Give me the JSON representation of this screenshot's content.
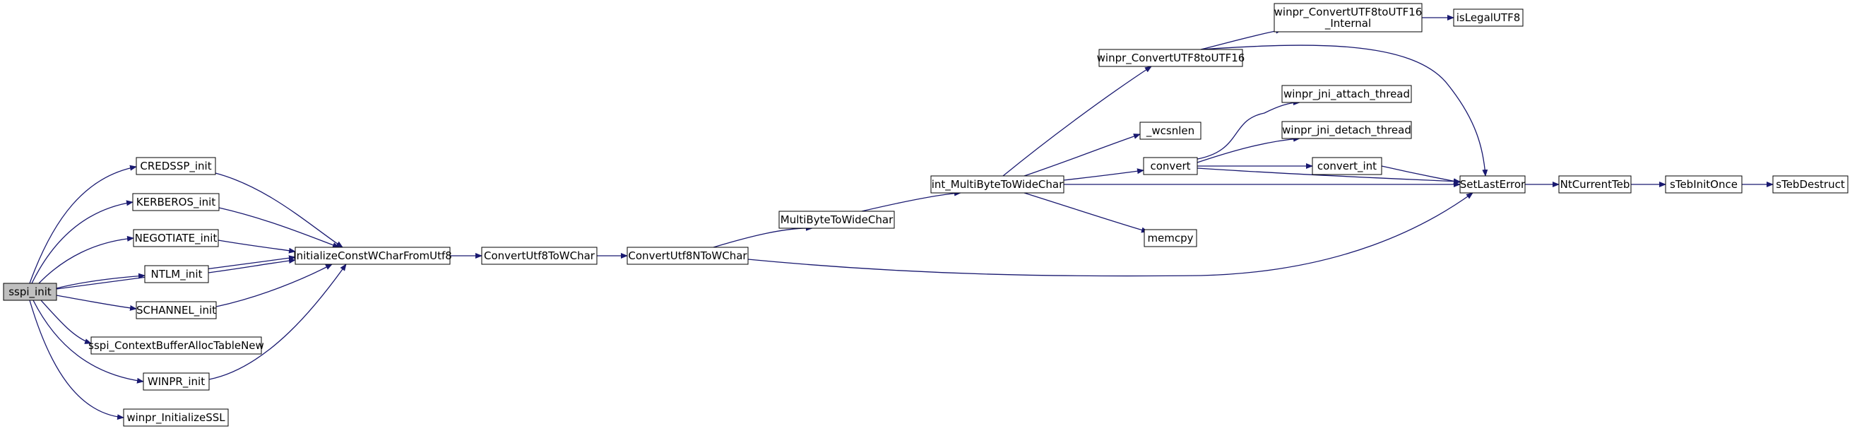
{
  "diagram": {
    "type": "call-graph",
    "colors": {
      "edge": "#191970",
      "node_border": "#000000",
      "node_fill": "#ffffff",
      "root_fill": "#bfbfbf",
      "text": "#000000",
      "background": "#ffffff"
    },
    "root": "sspi_init",
    "nodes": [
      {
        "id": "sspi_init",
        "label": "sspi_init"
      },
      {
        "id": "CREDSSP_init",
        "label": "CREDSSP_init"
      },
      {
        "id": "KERBEROS_init",
        "label": "KERBEROS_init"
      },
      {
        "id": "NEGOTIATE_init",
        "label": "NEGOTIATE_init"
      },
      {
        "id": "NTLM_init",
        "label": "NTLM_init"
      },
      {
        "id": "SCHANNEL_init",
        "label": "SCHANNEL_init"
      },
      {
        "id": "sspi_ContextBufferAllocTableNew",
        "label": "sspi_ContextBufferAllocTableNew"
      },
      {
        "id": "WINPR_init",
        "label": "WINPR_init"
      },
      {
        "id": "winpr_InitializeSSL",
        "label": "winpr_InitializeSSL"
      },
      {
        "id": "InitializeConstWCharFromUtf8",
        "label": "InitializeConstWCharFromUtf8"
      },
      {
        "id": "ConvertUtf8ToWChar",
        "label": "ConvertUtf8ToWChar"
      },
      {
        "id": "ConvertUtf8NToWChar",
        "label": "ConvertUtf8NToWChar"
      },
      {
        "id": "MultiByteToWideChar",
        "label": "MultiByteToWideChar"
      },
      {
        "id": "int_MultiByteToWideChar",
        "label": "int_MultiByteToWideChar"
      },
      {
        "id": "winpr_ConvertUTF8toUTF16",
        "label": "winpr_ConvertUTF8toUTF16"
      },
      {
        "id": "winpr_ConvertUTF8toUTF16_Internal",
        "label": "winpr_ConvertUTF8toUTF16\n_Internal"
      },
      {
        "id": "isLegalUTF8",
        "label": "isLegalUTF8"
      },
      {
        "id": "_wcsnlen",
        "label": "_wcsnlen"
      },
      {
        "id": "convert",
        "label": "convert"
      },
      {
        "id": "winpr_jni_attach_thread",
        "label": "winpr_jni_attach_thread"
      },
      {
        "id": "winpr_jni_detach_thread",
        "label": "winpr_jni_detach_thread"
      },
      {
        "id": "convert_int",
        "label": "convert_int"
      },
      {
        "id": "memcpy",
        "label": "memcpy"
      },
      {
        "id": "SetLastError",
        "label": "SetLastError"
      },
      {
        "id": "NtCurrentTeb",
        "label": "NtCurrentTeb"
      },
      {
        "id": "sTebInitOnce",
        "label": "sTebInitOnce"
      },
      {
        "id": "sTebDestruct",
        "label": "sTebDestruct"
      }
    ],
    "edges": [
      {
        "from": "sspi_init",
        "to": "CREDSSP_init"
      },
      {
        "from": "sspi_init",
        "to": "KERBEROS_init"
      },
      {
        "from": "sspi_init",
        "to": "NEGOTIATE_init"
      },
      {
        "from": "sspi_init",
        "to": "NTLM_init"
      },
      {
        "from": "sspi_init",
        "to": "SCHANNEL_init"
      },
      {
        "from": "sspi_init",
        "to": "sspi_ContextBufferAllocTableNew"
      },
      {
        "from": "sspi_init",
        "to": "WINPR_init"
      },
      {
        "from": "sspi_init",
        "to": "winpr_InitializeSSL"
      },
      {
        "from": "sspi_init",
        "to": "InitializeConstWCharFromUtf8"
      },
      {
        "from": "CREDSSP_init",
        "to": "InitializeConstWCharFromUtf8"
      },
      {
        "from": "KERBEROS_init",
        "to": "InitializeConstWCharFromUtf8"
      },
      {
        "from": "NEGOTIATE_init",
        "to": "InitializeConstWCharFromUtf8"
      },
      {
        "from": "NTLM_init",
        "to": "InitializeConstWCharFromUtf8"
      },
      {
        "from": "SCHANNEL_init",
        "to": "InitializeConstWCharFromUtf8"
      },
      {
        "from": "WINPR_init",
        "to": "InitializeConstWCharFromUtf8"
      },
      {
        "from": "InitializeConstWCharFromUtf8",
        "to": "ConvertUtf8ToWChar"
      },
      {
        "from": "ConvertUtf8ToWChar",
        "to": "ConvertUtf8NToWChar"
      },
      {
        "from": "ConvertUtf8NToWChar",
        "to": "MultiByteToWideChar"
      },
      {
        "from": "ConvertUtf8NToWChar",
        "to": "SetLastError"
      },
      {
        "from": "MultiByteToWideChar",
        "to": "int_MultiByteToWideChar"
      },
      {
        "from": "int_MultiByteToWideChar",
        "to": "winpr_ConvertUTF8toUTF16"
      },
      {
        "from": "int_MultiByteToWideChar",
        "to": "_wcsnlen"
      },
      {
        "from": "int_MultiByteToWideChar",
        "to": "convert"
      },
      {
        "from": "int_MultiByteToWideChar",
        "to": "SetLastError"
      },
      {
        "from": "int_MultiByteToWideChar",
        "to": "memcpy"
      },
      {
        "from": "winpr_ConvertUTF8toUTF16",
        "to": "winpr_ConvertUTF8toUTF16_Internal"
      },
      {
        "from": "winpr_ConvertUTF8toUTF16",
        "to": "SetLastError"
      },
      {
        "from": "winpr_ConvertUTF8toUTF16_Internal",
        "to": "isLegalUTF8"
      },
      {
        "from": "convert",
        "to": "winpr_jni_attach_thread"
      },
      {
        "from": "convert",
        "to": "winpr_jni_detach_thread"
      },
      {
        "from": "convert",
        "to": "convert_int"
      },
      {
        "from": "convert",
        "to": "SetLastError"
      },
      {
        "from": "convert_int",
        "to": "SetLastError"
      },
      {
        "from": "SetLastError",
        "to": "NtCurrentTeb"
      },
      {
        "from": "NtCurrentTeb",
        "to": "sTebInitOnce"
      },
      {
        "from": "sTebInitOnce",
        "to": "sTebDestruct"
      }
    ]
  }
}
